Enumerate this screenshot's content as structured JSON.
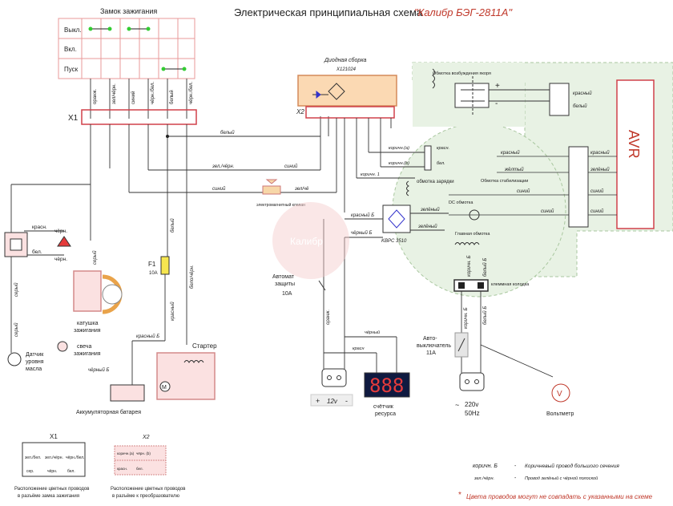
{
  "title": "Электрическая принципиальная схема",
  "model": "\"Калибр БЭГ-2811А\"",
  "ignition": {
    "title": "Замок зажигания",
    "rows": [
      "Выкл.",
      "Вкл.",
      "Пуск"
    ],
    "wires": [
      "оранж.",
      "зел/чёрн.",
      "синий",
      "чёрн./бел.",
      "белый",
      "чёрн./бел."
    ]
  },
  "x1": {
    "label": "X1"
  },
  "x2": {
    "label": "X2"
  },
  "diode": {
    "title": "Диодная сборка",
    "code": "Х121024"
  },
  "wires": {
    "white": "белый",
    "green_black": "зел./чёрн.",
    "blue": "синий",
    "zelchern": "зел/чё",
    "orange": "оранж.",
    "black": "чёрный",
    "white_black": "бело/чёрн.",
    "red": "красный",
    "red_b": "красный Б",
    "black_b": "чёрный Б",
    "brown1": "коричн. 1",
    "krasn_short": "красн.",
    "krasn_short2": "красн",
    "chern_short": "чёрн.",
    "bel_short": "бел.",
    "green": "зелёный",
    "yellow": "жёлтый",
    "gray": "серый",
    "belyi_b": "белый Б",
    "korichn_b": "коричн. Б",
    "korichn_a": "коричн.(а)",
    "korichn_b2": "коричн.(b)",
    "chern2": "чёрн.",
    "bel_chern": "бел./чёрн."
  },
  "valve": "электромагнитный клапан",
  "coil_charge": "обмотка зарядки",
  "dc": "DC обмотка",
  "excitation": "Обмотка возбуждения якоря",
  "stab": "Обмотка стабилизации",
  "main_coil": "Главная обмотка",
  "clamp": "клеммная колодка",
  "kbpc": "KBPC 3510",
  "avr": "AVR",
  "fuse": {
    "label": "F1",
    "value": "10A"
  },
  "breaker": {
    "label1": "Автомат",
    "label2": "защиты",
    "value": "10A"
  },
  "auto_switch": {
    "label1": "Авто-",
    "label2": "выключатель",
    "value": "11A"
  },
  "output": {
    "v12": "12v",
    "plus": "+",
    "minus": "-",
    "ac": "220v",
    "hz": "50Hz"
  },
  "counter": {
    "digits": "888",
    "label1": "счётчик",
    "label2": "ресурса"
  },
  "voltmeter": {
    "label": "Вольтметр",
    "symbol": "V"
  },
  "starter": {
    "label": "Стартер",
    "m": "M"
  },
  "battery": "Аккумуляторная батарея",
  "coil": {
    "label1": "катушка",
    "label2": "зажигания"
  },
  "plug": {
    "label1": "свеча",
    "label2": "зажигания"
  },
  "oil": {
    "label1": "Датчик",
    "label2": "уровня",
    "label3": "масла"
  },
  "legend": {
    "x1_title": "X1",
    "x2_title": "X2",
    "x1_cells": [
      "зел./бел.",
      "зел./чёрн.",
      "чёрн./бел.",
      "сер.",
      "чёрн.",
      "бел."
    ],
    "x2_cells": [
      "коричн.(а)",
      "чёрн. (b)",
      "красн.",
      "бел."
    ],
    "x1_caption1": "Расположение цветных проводов",
    "x1_caption2": "в разъёме замка зажигания",
    "x2_caption1": "Расположение цветных проводов",
    "x2_caption2": "в разъёме к преобразователю",
    "k1": "коричн. Б",
    "v1": "Коричневый провод большого сечения",
    "k2": "зел./чёрн.",
    "v2": "Провод зелёный с чёрной полоской",
    "note": "Цвета проводов могут  не совпадать с указанными на схеме",
    "star": "*",
    "dash": "-"
  },
  "watermark": "Калибр"
}
